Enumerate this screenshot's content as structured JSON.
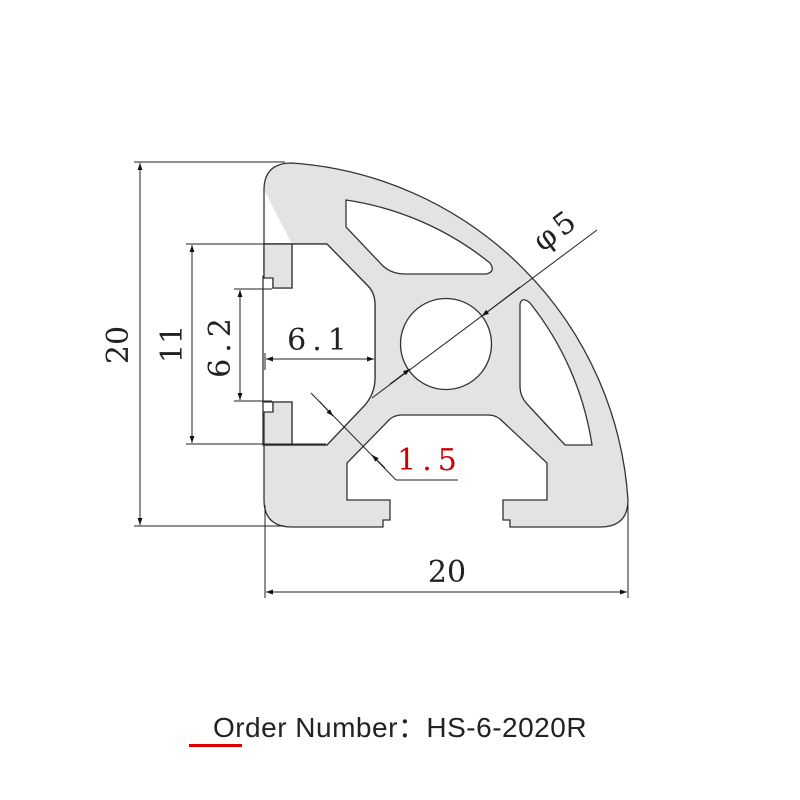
{
  "drawing": {
    "dimensions": {
      "height_outer": "20",
      "slot_height": "11",
      "slot_opening": "6.2",
      "slot_depth": "6.1",
      "hole_diameter": "φ5",
      "wall_thickness": "1.5",
      "width_outer": "20"
    },
    "colors": {
      "profile_fill": "#e3e3e3",
      "outline": "#333333",
      "highlight": "#cc0000"
    }
  },
  "caption": {
    "label": "Order Number：",
    "value": "HS-6-2020R"
  }
}
